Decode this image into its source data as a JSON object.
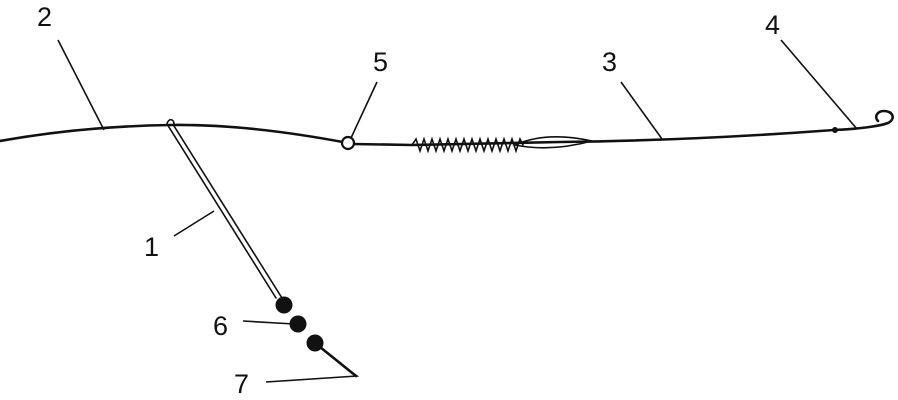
{
  "labels": {
    "feeder_leash": "1",
    "main_line": "2",
    "hook_leader": "3",
    "hook": "4",
    "swivel": "5",
    "beads": "6",
    "leash_end": "7"
  },
  "colors": {
    "ink": "#111111",
    "background": "#ffffff"
  }
}
